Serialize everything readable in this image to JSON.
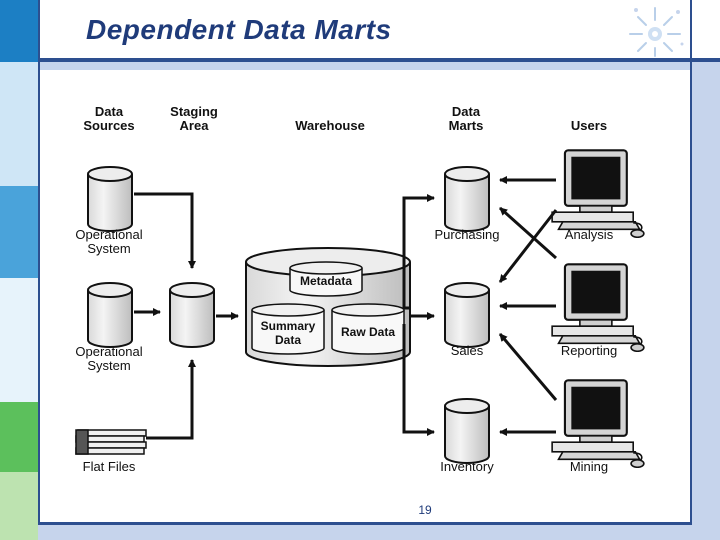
{
  "slide": {
    "title": "Dependent Data Marts",
    "page_number": "19"
  },
  "diagram": {
    "headers": {
      "data_sources": [
        "Data",
        "Sources"
      ],
      "staging_area": [
        "Staging",
        "Area"
      ],
      "warehouse": "Warehouse",
      "data_marts": [
        "Data",
        "Marts"
      ],
      "users": "Users"
    },
    "sources": {
      "operational_1": [
        "Operational",
        "System"
      ],
      "operational_2": [
        "Operational",
        "System"
      ],
      "flat_files": "Flat Files"
    },
    "warehouse": {
      "metadata": "Metadata",
      "summary_data": [
        "Summary",
        "Data"
      ],
      "raw_data": "Raw Data"
    },
    "marts": {
      "purchasing": "Purchasing",
      "sales": "Sales",
      "inventory": "Inventory"
    },
    "users": {
      "analysis": "Analysis",
      "reporting": "Reporting",
      "mining": "Mining"
    }
  },
  "colors": {
    "title": "#1f3b7a",
    "theme_dark": "#2d4f8f",
    "theme_light": "#c6d4ec",
    "left_bar": [
      "#1c7fc4",
      "#cfe6f6",
      "#4aa3da",
      "#e7f3fb",
      "#5cc05c",
      "#bde3b0"
    ]
  }
}
